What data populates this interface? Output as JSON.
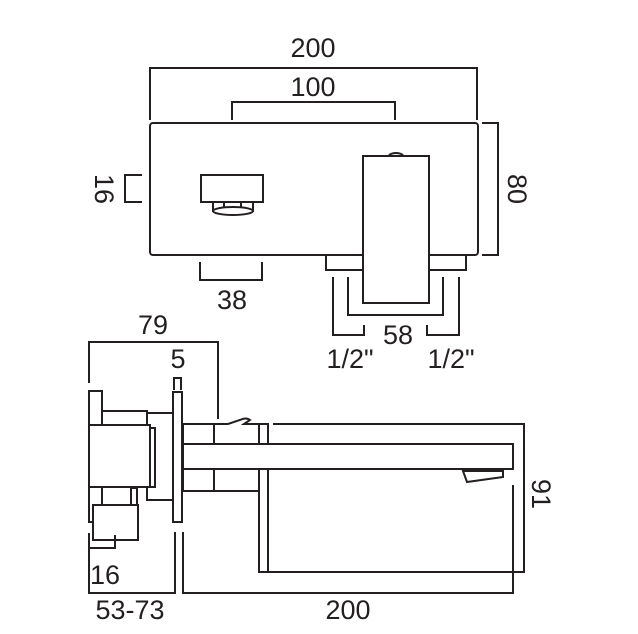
{
  "top_view": {
    "overall_width": "200",
    "handle_spacing": "100",
    "height": "80",
    "button_height": "16",
    "button_width": "38",
    "inlet_spacing": "58",
    "inlet_left": "1/2\"",
    "inlet_right": "1/2\""
  },
  "side_view": {
    "overall_depth": "79",
    "plate_thickness": "5",
    "button_depth": "16",
    "wall_depth_range": "53-73",
    "spout_projection": "200",
    "spout_height": "91"
  },
  "colors": {
    "line": "#231f20",
    "background": "#ffffff"
  }
}
